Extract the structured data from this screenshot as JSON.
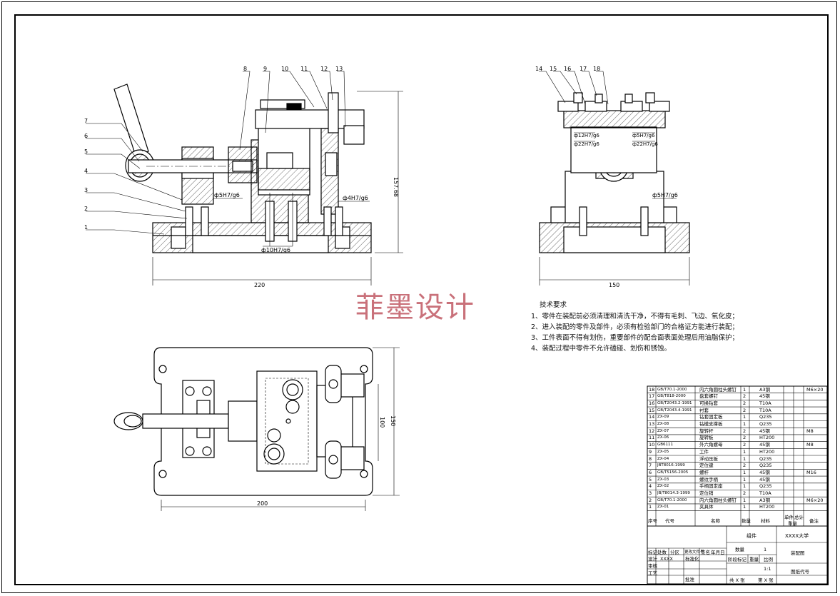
{
  "watermark": "菲墨设计",
  "tech_requirements": {
    "title": "技术要求",
    "items": [
      "1、零件在装配前必须清理和清洗干净，不得有毛刺、飞边、氧化皮；",
      "2、进入装配的零件及部件，必须有检验部门的合格证方能进行装配；",
      "3、工件表面不得有划伤，重要部件的配合面表面处理后用油脂保护；",
      "4、装配过程中零件不允许磕碰、划伤和锈蚀。"
    ]
  },
  "front_view": {
    "balloons": [
      "1",
      "2",
      "3",
      "4",
      "5",
      "6",
      "7",
      "8",
      "9",
      "10",
      "11",
      "12",
      "13"
    ],
    "fits": [
      "ф5H7/g6",
      "ф4H7/g6",
      "ф10H7/g6"
    ],
    "dim_width": "220",
    "dim_height": "157.68"
  },
  "side_view": {
    "balloons": [
      "14",
      "15",
      "16",
      "17",
      "18"
    ],
    "fits": [
      "ф12H7/g6",
      "ф22H7/g6",
      "ф5H7/g6",
      "ф22H7/g6",
      "ф5H7/g6"
    ],
    "dim_width": "150"
  },
  "top_view": {
    "dim_width": "200",
    "dim_height_inner": "100",
    "dim_height_outer": "150"
  },
  "bom": [
    {
      "no": "18",
      "code": "GB/T70.1-2000",
      "name": "内六角圆柱头螺钉",
      "qty": "1",
      "material": "A3钢",
      "note": "M6×20"
    },
    {
      "no": "17",
      "code": "GB/T818-2000",
      "name": "盘套螺钉",
      "qty": "2",
      "material": "45钢",
      "note": ""
    },
    {
      "no": "16",
      "code": "GB/T2043.2-1991",
      "name": "可换钻套",
      "qty": "2",
      "material": "T10A",
      "note": ""
    },
    {
      "no": "15",
      "code": "GB/T2043.4-1991",
      "name": "衬套",
      "qty": "2",
      "material": "T10A",
      "note": ""
    },
    {
      "no": "14",
      "code": "ZX-09",
      "name": "钻套固定板",
      "qty": "1",
      "material": "Q235",
      "note": ""
    },
    {
      "no": "13",
      "code": "ZX-08",
      "name": "钻模支撑板",
      "qty": "1",
      "material": "Q235",
      "note": ""
    },
    {
      "no": "12",
      "code": "ZX-07",
      "name": "旋转杆",
      "qty": "2",
      "material": "45钢",
      "note": "M8"
    },
    {
      "no": "11",
      "code": "ZX-06",
      "name": "旋转板",
      "qty": "2",
      "material": "HT200",
      "note": ""
    },
    {
      "no": "10",
      "code": "GB6111",
      "name": "外六角螺母",
      "qty": "2",
      "material": "45钢",
      "note": "M8"
    },
    {
      "no": "9",
      "code": "ZX-05",
      "name": "工件",
      "qty": "1",
      "material": "HT200",
      "note": ""
    },
    {
      "no": "8",
      "code": "ZX-04",
      "name": "浮动压板",
      "qty": "1",
      "material": "Q235",
      "note": ""
    },
    {
      "no": "7",
      "code": "JBT8016-1999",
      "name": "定位键",
      "qty": "2",
      "material": "Q235",
      "note": ""
    },
    {
      "no": "6",
      "code": "GB/T5156-2005",
      "name": "螺杆",
      "qty": "1",
      "material": "45钢",
      "note": "M16"
    },
    {
      "no": "5",
      "code": "ZX-03",
      "name": "螺纹手柄",
      "qty": "1",
      "material": "45钢",
      "note": ""
    },
    {
      "no": "4",
      "code": "ZX-02",
      "name": "手柄固定座",
      "qty": "1",
      "material": "Q235",
      "note": ""
    },
    {
      "no": "3",
      "code": "JB/T8014.3-1999",
      "name": "定位销",
      "qty": "2",
      "material": "T10A",
      "note": ""
    },
    {
      "no": "2",
      "code": "GB/T70.1-2000",
      "name": "内六角圆柱头螺钉",
      "qty": "1",
      "material": "A3钢",
      "note": "M6×20"
    },
    {
      "no": "1",
      "code": "ZX-01",
      "name": "夹具体",
      "qty": "1",
      "material": "HT200",
      "note": ""
    }
  ],
  "bom_header": {
    "no": "序号",
    "code": "代号",
    "name": "名称",
    "qty": "数量",
    "material": "材料",
    "unit": "单件",
    "total": "总计",
    "weight": "重量",
    "note": "备注"
  },
  "title_block": {
    "assembly": "组件",
    "school": "XXXX大学",
    "qty_label": "数量",
    "qty_value": "1",
    "drawing_type": "装配图",
    "stage_label": "阶段标记",
    "weight_label": "重量",
    "scale_label": "比例",
    "scale_value": "1:1",
    "drawing_code": "图纸代号",
    "sheets_total": "共 X 张",
    "sheet_no": "第 X 张",
    "mark_label": "标记",
    "count_label": "处数",
    "zone_label": "分区",
    "change_doc": "更改文件号",
    "sign_label": "签名",
    "date_label": "年月日",
    "design_label": "设计",
    "designer": "XXXX",
    "std_label": "标准化",
    "review_label": "审核",
    "process_label": "工艺",
    "approve_label": "批准"
  }
}
